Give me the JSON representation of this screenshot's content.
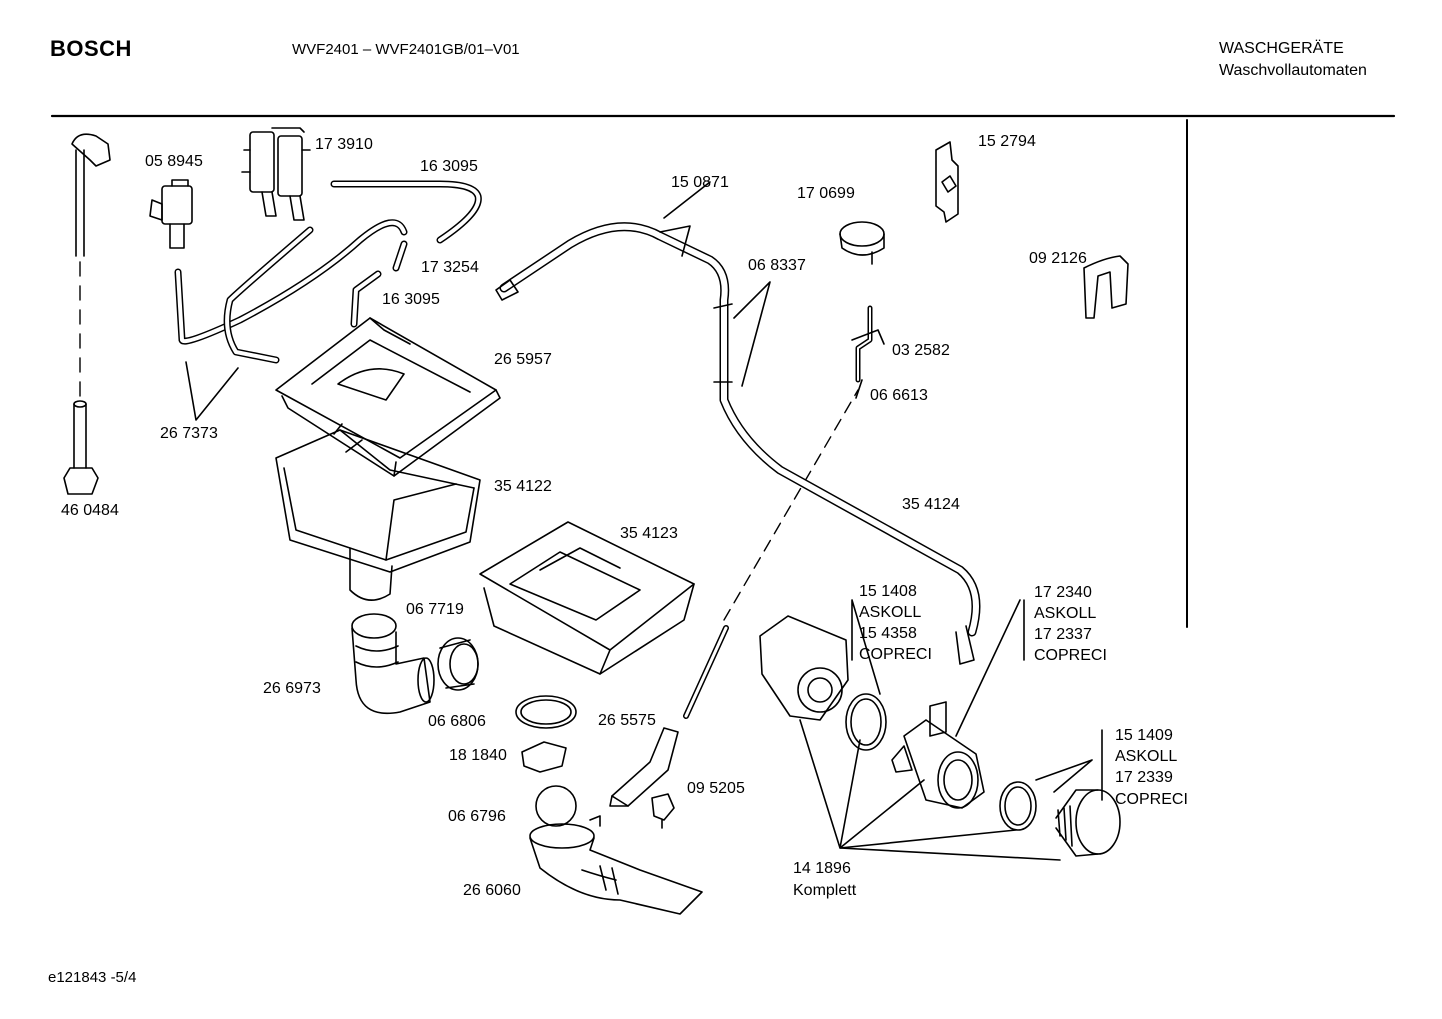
{
  "header": {
    "brand": "BOSCH",
    "model": "WVF2401 – WVF2401GB/01–V01",
    "category": "WASCHGERÄTE",
    "subcategory": "Waschvollautomaten"
  },
  "footer": {
    "code": "e121843  -5/4"
  },
  "parts": {
    "p058945": "05 8945",
    "p173910": "17 3910",
    "p163095a": "16 3095",
    "p163095b": "16 3095",
    "p173254": "17 3254",
    "p267373": "26 7373",
    "p460484": "46 0484",
    "p265957": "26 5957",
    "p354122": "35 4122",
    "p150871": "15 0871",
    "p170699": "17 0699",
    "p152794": "15 2794",
    "p092126": "09 2126",
    "p068337": "06 8337",
    "p032582": "03 2582",
    "p066613": "06 6613",
    "p354124": "35 4124",
    "p354123": "35 4123",
    "p067719": "06 7719",
    "p266973": "26 6973",
    "p066806": "06 6806",
    "p265575": "26 5575",
    "p181840": "18 1840",
    "p095205": "09 5205",
    "p066796": "06 6796",
    "p266060": "26 6060",
    "pump_group": [
      "15 1408",
      "ASKOLL",
      "15 4358",
      "COPRECI"
    ],
    "housing_group": [
      "17 2340",
      "ASKOLL",
      "17 2337",
      "COPRECI"
    ],
    "filter_group": [
      "15 1409",
      "ASKOLL",
      "17 2339",
      "COPRECI"
    ],
    "complete_num": "14 1896",
    "complete_text": "Komplett"
  }
}
